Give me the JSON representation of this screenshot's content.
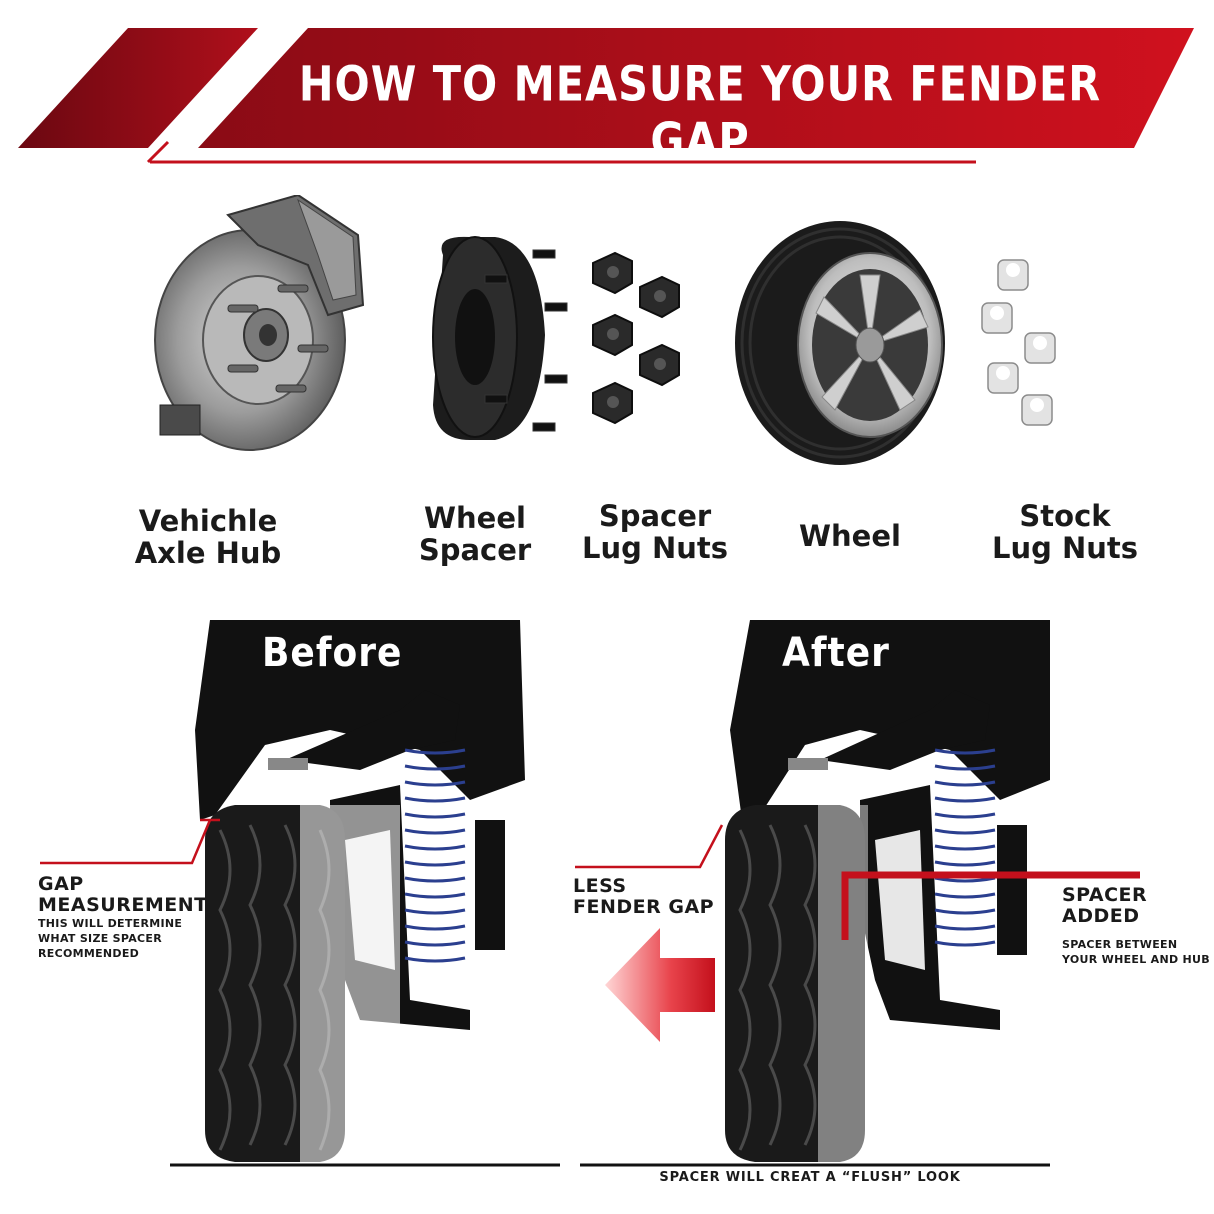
{
  "banner": {
    "title": "HOW TO MEASURE YOUR FENDER GAP"
  },
  "components": [
    {
      "line1": "Vehichle",
      "line2": "Axle Hub"
    },
    {
      "line1": "Wheel",
      "line2": "Spacer"
    },
    {
      "line1": "Spacer",
      "line2": "Lug Nuts"
    },
    {
      "line1": "Wheel",
      "line2": ""
    },
    {
      "line1": "Stock",
      "line2": "Lug Nuts"
    }
  ],
  "before": {
    "label": "Before",
    "gap_title_1": "GAP",
    "gap_title_2": "MEASUREMENT",
    "gap_sub_1": "THIS WILL DETERMINE",
    "gap_sub_2": "WHAT SIZE SPACER",
    "gap_sub_3": "RECOMMENDED"
  },
  "after": {
    "label": "After",
    "less_1": "LESS",
    "less_2": "FENDER GAP",
    "spacer_1": "SPACER",
    "spacer_2": "ADDED",
    "spacer_sub_1": "SPACER BETWEEN",
    "spacer_sub_2": "YOUR WHEEL AND HUB",
    "footer": "SPACER WILL CREAT A  “FLUSH” LOOK"
  },
  "colors": {
    "accent": "#c4101c",
    "dark_red": "#7a0a14",
    "ink": "#111111",
    "coil": "#2b3f8f"
  }
}
